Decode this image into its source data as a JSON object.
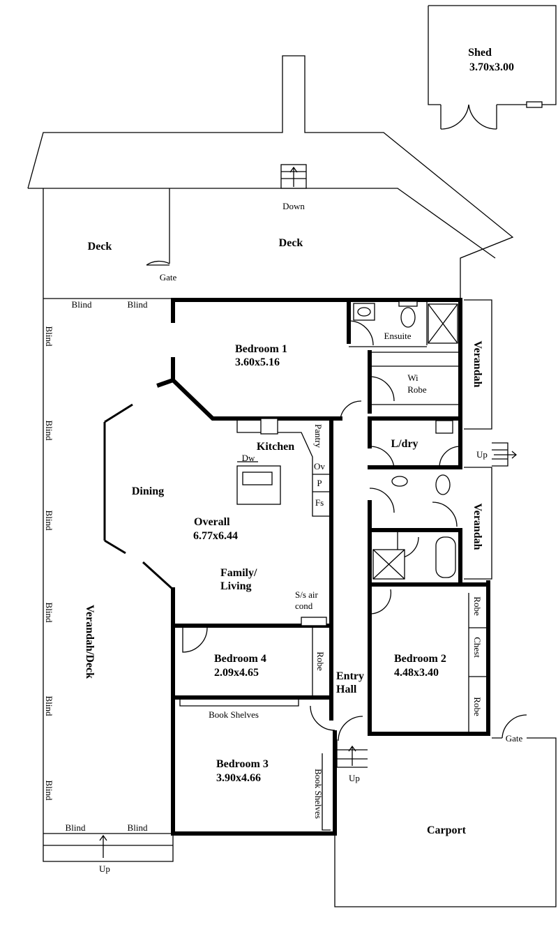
{
  "shed": {
    "name": "Shed",
    "size": "3.70x3.00"
  },
  "decks": {
    "left": "Deck",
    "main": "Deck",
    "down": "Down",
    "gate": "Gate"
  },
  "blinds": {
    "label": "Blind"
  },
  "rooms": {
    "bedroom1": {
      "name": "Bedroom 1",
      "size": "3.60x5.16"
    },
    "ensuite": "Ensuite",
    "wi_robe": {
      "line1": "Wi",
      "line2": "Robe"
    },
    "kitchen": "Kitchen",
    "pantry": "Pantry",
    "ov": "Ov",
    "p": "P",
    "fs": "Fs",
    "dw": "Dw",
    "dining": "Dining",
    "overall": {
      "name": "Overall",
      "size": "6.77x6.44"
    },
    "family": {
      "line1": "Family/",
      "line2": "Living"
    },
    "aircon": {
      "line1": "S/s air",
      "line2": "cond"
    },
    "laundry": "L/dry",
    "verandah_upper": "Verandah",
    "verandah_lower": "Verandah",
    "verandah_up": "Up",
    "bedroom4": {
      "name": "Bedroom 4",
      "size": "2.09x4.65"
    },
    "robe4": "Robe",
    "entry": {
      "line1": "Entry",
      "line2": "Hall"
    },
    "bedroom2": {
      "name": "Bedroom 2",
      "size": "4.48x3.40"
    },
    "robe2a": "Robe",
    "chest": "Chest",
    "robe2b": "Robe",
    "book_shelves_h": "Book Shelves",
    "book_shelves_v": "Book Shelves",
    "bedroom3": {
      "name": "Bedroom 3",
      "size": "3.90x4.66"
    },
    "entry_up": "Up",
    "verandah_deck": "Verandah/Deck",
    "bottom_up": "Up",
    "carport": "Carport",
    "carport_gate": "Gate"
  }
}
